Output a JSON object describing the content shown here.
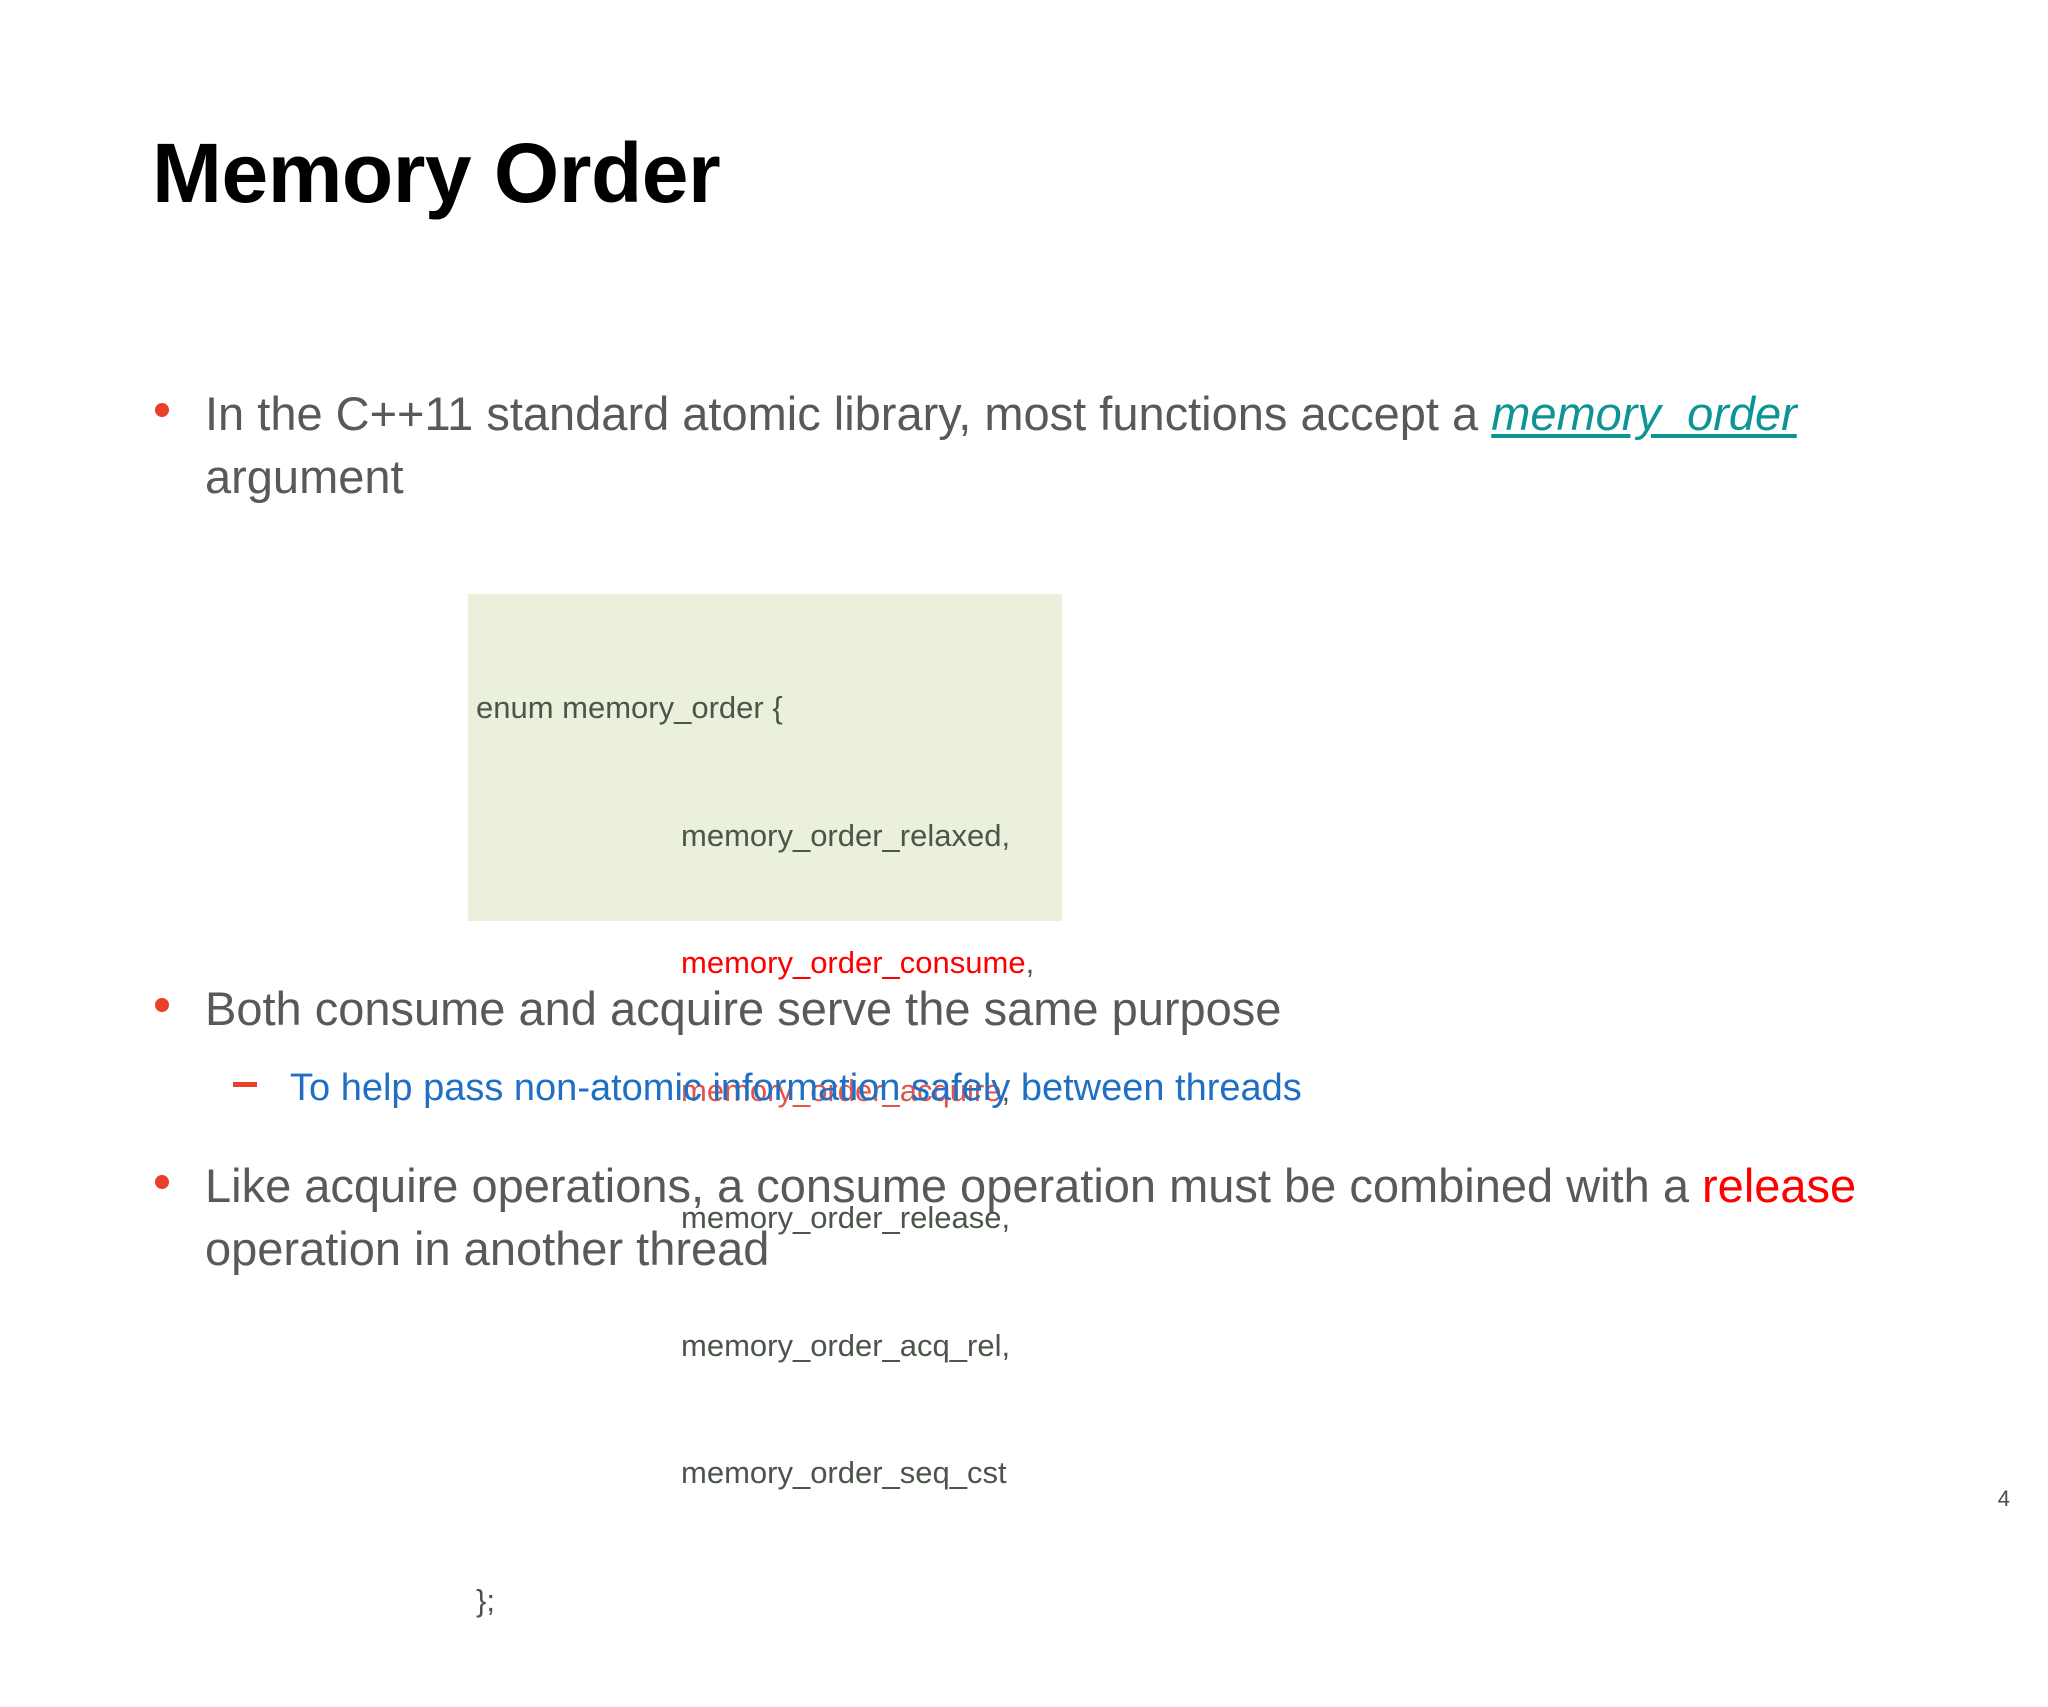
{
  "slide": {
    "title": "Memory Order",
    "page_number": "4",
    "background_color": "#ffffff"
  },
  "colors": {
    "bullet_marker": "#E8412A",
    "body_text": "#595959",
    "link_teal": "#0E9494",
    "sub_bullet_blue": "#1F6FC4",
    "highlight_red": "#FF0000",
    "code_background": "#EAF0DC",
    "code_text": "#4B554A",
    "code_acquire_red": "#E0554C"
  },
  "bullets": {
    "b1": {
      "part1": "In the C++11 standard atomic library, most functions accept a ",
      "keyword": "memory_order",
      "part2": " argument"
    },
    "b2": {
      "text": "Both consume and acquire serve the same purpose"
    },
    "sub1": {
      "text": "To help pass non-atomic information safely between threads"
    },
    "b3": {
      "part1": "Like acquire operations, a consume operation must be combined with a ",
      "keyword": "release",
      "part2": " operation in another thread"
    }
  },
  "code_block": {
    "line1": "enum memory_order {",
    "line2": "memory_order_relaxed,",
    "line3_keyword": "memory_order_consume",
    "line3_punct": ",",
    "line4_keyword": "memory_order_acquire",
    "line4_punct": ",",
    "line5": "memory_order_release,",
    "line6": "memory_order_acq_rel,",
    "line7": "memory_order_seq_cst",
    "line8": "};"
  }
}
